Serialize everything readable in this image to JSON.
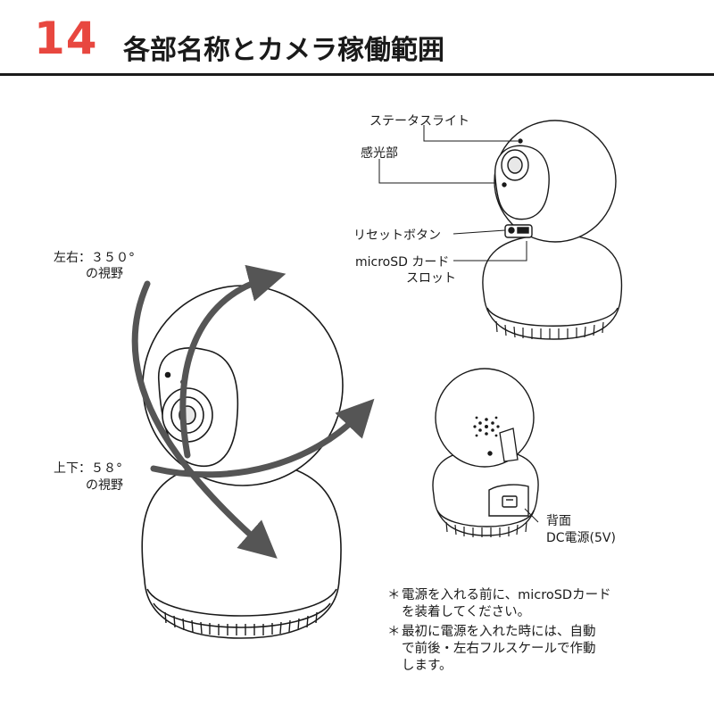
{
  "header": {
    "number": "14",
    "title": "各部名称とカメラ稼働範囲"
  },
  "range_labels": {
    "horizontal_line1": "左右：３５０°",
    "horizontal_line2": "の視野",
    "vertical_line1": "上下：５８°",
    "vertical_line2": "の視野"
  },
  "parts": {
    "status_light": "ステータスライト",
    "light_sensor": "感光部",
    "reset_button": "リセットボタン",
    "microsd_line1": "microSD カード",
    "microsd_line2": "スロット",
    "back_line1": "背面",
    "back_line2": "DC電源(5V)"
  },
  "notes": [
    {
      "mark": "＊",
      "line1": "電源を入れる前に、microSDカード",
      "line2": "を装着してください。"
    },
    {
      "mark": "＊",
      "line1": "最初に電源を入れた時には、自動",
      "line2": "で前後・左右フルスケールで作動",
      "line3": "します。"
    }
  ]
}
